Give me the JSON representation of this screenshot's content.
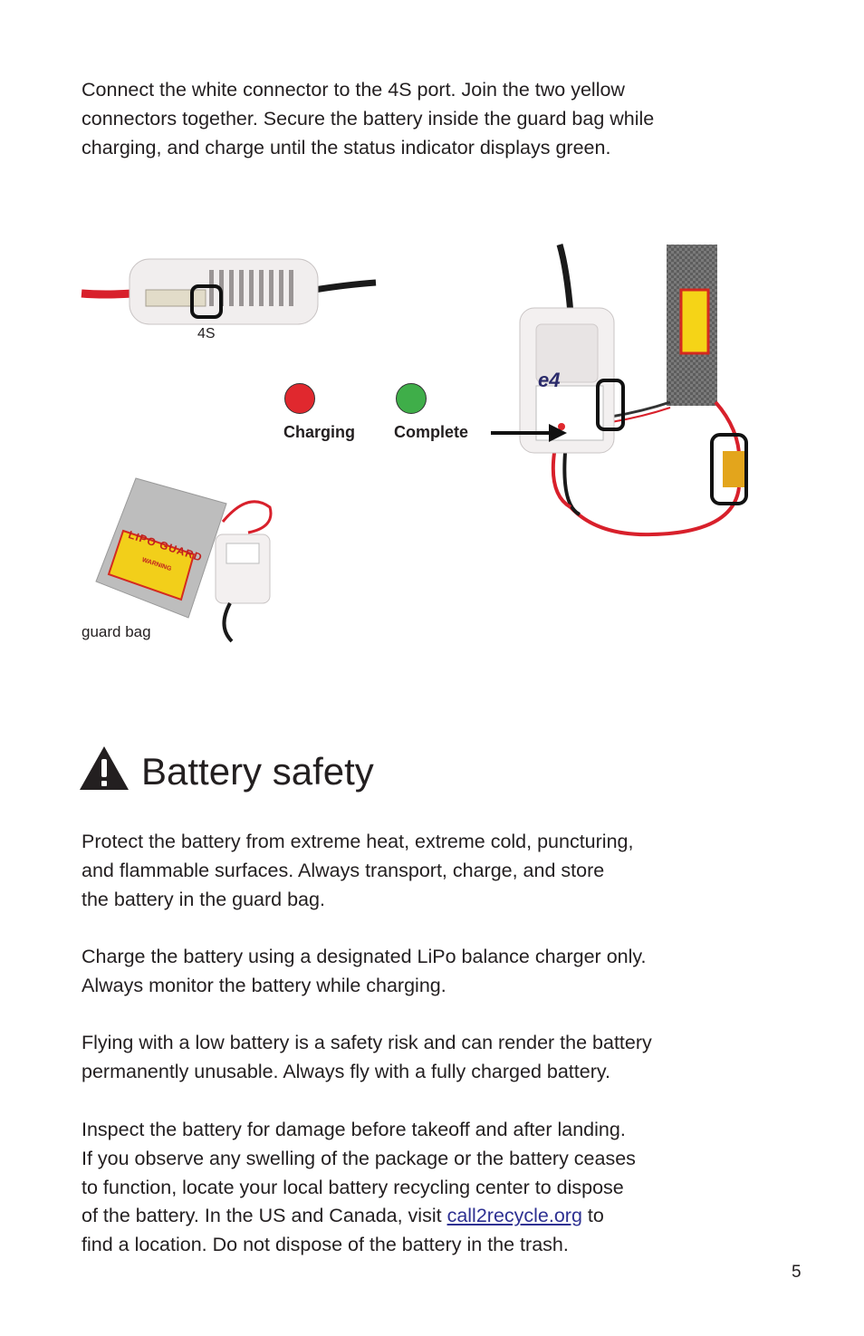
{
  "intro": {
    "lines": [
      "Connect the white connector to the 4S port. Join the two yellow",
      "connectors together. Secure the battery inside the guard bag while",
      "charging, and charge until the status indicator displays green."
    ]
  },
  "figure": {
    "port_caption": "4S",
    "guard_bag_caption": "guard bag",
    "charger_brand": "e4",
    "indicators": [
      {
        "label": "Charging",
        "color": "#e0282e"
      },
      {
        "label": "Complete",
        "color": "#3fae49"
      }
    ],
    "bag_text": "LIPO GUARD",
    "bag_warning": "WARNING"
  },
  "safety": {
    "title": "Battery safety",
    "icon": "warning-triangle-icon",
    "p1": [
      "Protect the battery from extreme heat, extreme cold, puncturing,",
      "and flammable surfaces. Always transport, charge, and store",
      "the battery in the guard bag."
    ],
    "p2": [
      "Charge the battery using a designated LiPo balance charger only.",
      "Always monitor the battery while charging."
    ],
    "p3": [
      "Flying with a low battery is a safety risk and can render the battery",
      "permanently unusable. Always fly with a fully charged battery."
    ],
    "p4": [
      "Inspect the battery for damage before takeoff and after landing.",
      "If you observe any swelling of the package or the battery ceases",
      "to function, locate your local battery recycling center to dispose"
    ],
    "p4_line4_before": "of the battery.  In the US and Canada, visit ",
    "link_text": "call2recycle.org",
    "p4_line4_after": " to",
    "p4_line5": "find a location. Do not dispose of the battery in the trash."
  },
  "page_number": "5",
  "colors": {
    "text": "#231f20",
    "link": "#2e3192",
    "red": "#e0282e",
    "green": "#3fae49",
    "wire_red": "#d8202b"
  }
}
